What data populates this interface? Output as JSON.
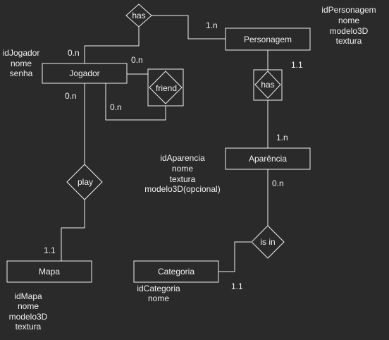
{
  "entities": {
    "personagem": {
      "label": "Personagem",
      "attributes": [
        "idPersonagem",
        "nome",
        "modelo3D",
        "textura"
      ]
    },
    "jogador": {
      "label": "Jogador",
      "attributes": [
        "idJogador",
        "nome",
        "senha"
      ]
    },
    "aparencia": {
      "label": "Aparência",
      "attributes": [
        "idAparencia",
        "nome",
        "textura",
        "modelo3D(opcional)"
      ]
    },
    "mapa": {
      "label": "Mapa",
      "attributes": [
        "idMapa",
        "nome",
        "modelo3D",
        "textura"
      ]
    },
    "categoria": {
      "label": "Categoria",
      "attributes": [
        "idCategoria",
        "nome"
      ]
    }
  },
  "relationships": {
    "has_top": {
      "label": "has"
    },
    "friend": {
      "label": "friend"
    },
    "has_right": {
      "label": "has"
    },
    "play": {
      "label": "play"
    },
    "is_in": {
      "label": "is in"
    }
  },
  "cardinalities": {
    "has_top_personagem": "1.n",
    "has_top_jogador": "0.n",
    "friend_jogador_top": "0.n",
    "friend_jogador_bottom": "0.n",
    "jogador_play": "0.n",
    "mapa_play": "1.1",
    "personagem_has": "1.1",
    "aparencia_has": "1.n",
    "aparencia_is_in": "0.n",
    "categoria_is_in": "1.1"
  }
}
